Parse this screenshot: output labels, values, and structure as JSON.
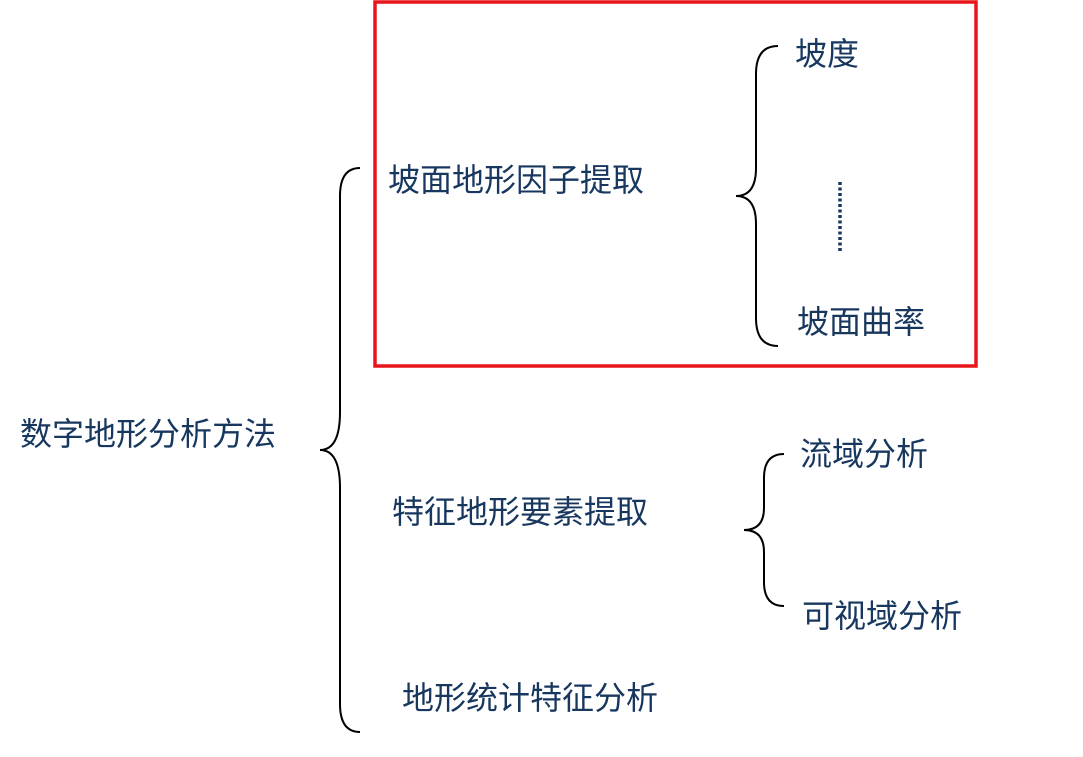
{
  "root": {
    "label": "数字地形分析方法"
  },
  "branches": [
    {
      "label": "坡面地形因子提取",
      "highlighted": true,
      "children": [
        "坡度",
        "坡面曲率"
      ],
      "has_ellipsis": true
    },
    {
      "label": "特征地形要素提取",
      "highlighted": false,
      "children": [
        "流域分析",
        "可视域分析"
      ],
      "has_ellipsis": false
    },
    {
      "label": "地形统计特征分析",
      "highlighted": false,
      "children": [],
      "has_ellipsis": false
    }
  ],
  "colors": {
    "text": "#17375E",
    "brace": "#000000",
    "highlight_border": "#E8151B"
  }
}
